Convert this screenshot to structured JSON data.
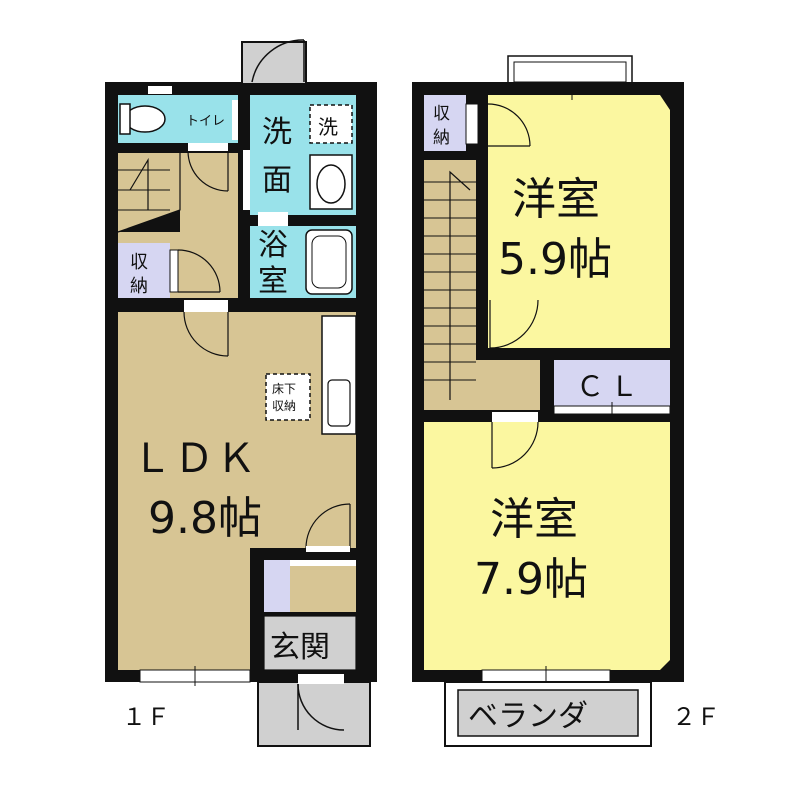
{
  "floors": {
    "first": {
      "label": "１Ｆ",
      "rooms": {
        "toilet": "トイレ",
        "washroom_l1": "洗",
        "washroom_l2": "面",
        "washer": "洗",
        "bath_l1": "浴",
        "bath_l2": "室",
        "storage_l1": "収",
        "storage_l2": "納",
        "underfloor_l1": "床下",
        "underfloor_l2": "収納",
        "ldk_name": "ＬＤＫ",
        "ldk_size": "9.8帖",
        "entrance": "玄関"
      }
    },
    "second": {
      "label": "２Ｆ",
      "rooms": {
        "storage_l1": "収",
        "storage_l2": "納",
        "western_a_name": "洋室",
        "western_a_size": "5.9帖",
        "closet": "ＣＬ",
        "western_b_name": "洋室",
        "western_b_size": "7.9帖",
        "veranda": "ベランダ"
      }
    }
  },
  "colors": {
    "ldk_floor": "#d7c594",
    "western_floor": "#fbf7a0",
    "wet_area": "#99e2ea",
    "storage": "#d6d6f2",
    "entrance_tile": "#d0d0d0",
    "wall": "#111111"
  }
}
